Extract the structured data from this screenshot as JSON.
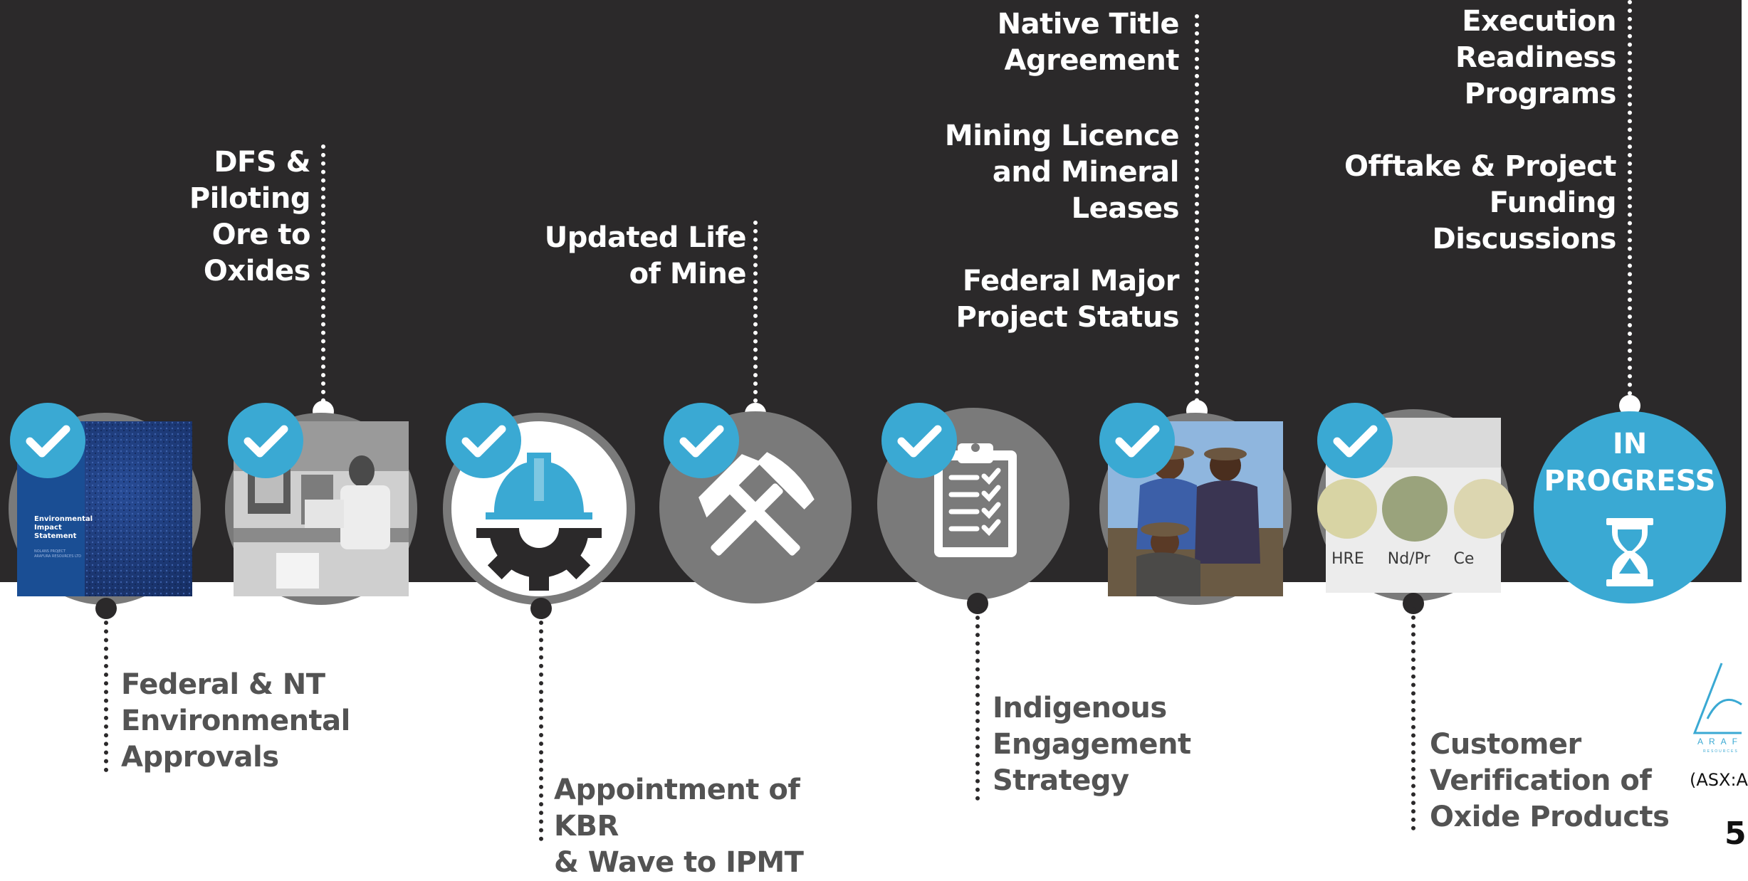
{
  "milestones_top": [
    {
      "id": "dfs",
      "lines": [
        "DFS &",
        "Piloting",
        "Ore to",
        "Oxides"
      ]
    },
    {
      "id": "lom",
      "lines": [
        "Updated Life",
        "of Mine"
      ]
    },
    {
      "id": "native",
      "lines": [
        "Native Title",
        "Agreement"
      ]
    },
    {
      "id": "mining",
      "lines": [
        "Mining Licence",
        "and Mineral",
        "Leases"
      ]
    },
    {
      "id": "federal_major",
      "lines": [
        "Federal Major",
        "Project Status"
      ]
    },
    {
      "id": "execution",
      "lines": [
        "Execution",
        "Readiness",
        "Programs"
      ]
    },
    {
      "id": "offtake",
      "lines": [
        "Offtake & Project",
        "Funding",
        "Discussions"
      ]
    }
  ],
  "milestones_bottom": [
    {
      "id": "env",
      "lines": [
        "Federal & NT",
        "Environmental",
        "Approvals"
      ]
    },
    {
      "id": "kbr",
      "lines": [
        "Appointment of KBR",
        "& Wave to IPMT"
      ]
    },
    {
      "id": "indigenous",
      "lines": [
        "Indigenous",
        "Engagement",
        "Strategy"
      ]
    },
    {
      "id": "customer",
      "lines": [
        "Customer",
        "Verification of",
        "Oxide Products"
      ]
    }
  ],
  "photo_text": {
    "eis": [
      "Environmental",
      "Impact",
      "Statement"
    ],
    "eis_small": [
      "NOLANS PROJECT",
      "ARAFURA RESOURCES LTD"
    ],
    "samples": [
      "HRE",
      "Nd/Pr",
      "Ce"
    ]
  },
  "in_progress": {
    "line1": "IN",
    "line2": "PROGRESS"
  },
  "logo": {
    "letters": "ARAF",
    "sub": "RESOURCES",
    "asx": "(ASX:A"
  },
  "page_number": "5",
  "colors": {
    "dark": "#2b292a",
    "accent": "#3aa9d3",
    "ring": "#7a7a7a",
    "text_dark": "#535353"
  }
}
